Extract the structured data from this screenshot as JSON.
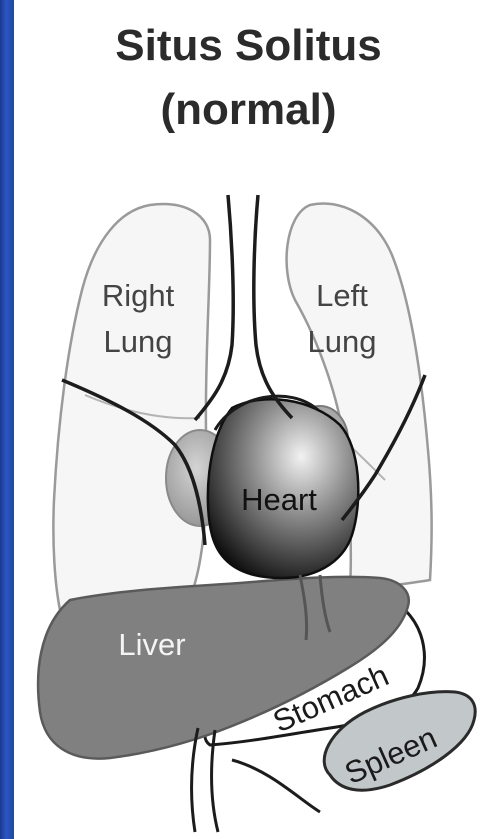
{
  "title": {
    "line1": "Situs Solitus",
    "line2": "(normal)"
  },
  "labels": {
    "right_lung_line1": "Right",
    "right_lung_line2": "Lung",
    "left_lung_line1": "Left",
    "left_lung_line2": "Lung",
    "heart": "Heart",
    "liver": "Liver",
    "stomach": "Stomach",
    "spleen": "Spleen"
  },
  "colors": {
    "background": "#1e3f9a",
    "panel": "#ffffff",
    "lung_fill": "#f6f6f6",
    "outline": "#9a9a9a",
    "vessel": "#1c1c1c",
    "liver_fill": "#808080",
    "spleen_fill": "#c2c7c9"
  }
}
